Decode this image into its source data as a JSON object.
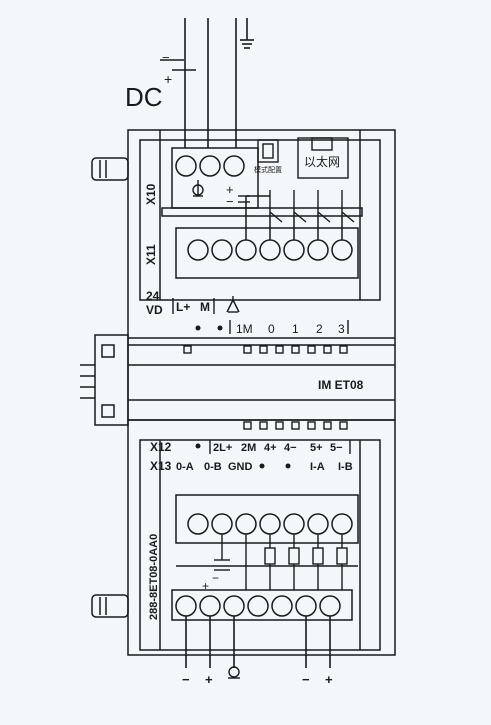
{
  "supply_label": "DC",
  "supply_sign_minus": "−",
  "supply_sign_plus": "+",
  "port_x10": "X10",
  "port_x11": "X11",
  "port_x12": "X12",
  "port_x13": "X13",
  "supply_24vd_line1": "24",
  "supply_24vd_line2": "VD",
  "terminal_l_plus": "L+",
  "terminal_m": "M",
  "dip_label": "模式配置",
  "ethernet_label": "以太网",
  "top_labels": [
    "1M",
    "0",
    "1",
    "2",
    "3"
  ],
  "x12_labels": [
    "2L+",
    "2M",
    "4+",
    "4−",
    "5+",
    "5−"
  ],
  "x13_labels": [
    "0-A",
    "0-B",
    "GND",
    "I-A",
    "I-B"
  ],
  "module_name": "IM ET08",
  "part_number": "288-8ET08-0AA0",
  "bottom_labels": [
    "−",
    "+",
    "−",
    "+"
  ],
  "plus_minus_x10": [
    "+",
    "−"
  ],
  "plus_minus_bottom": [
    "+",
    "−"
  ]
}
